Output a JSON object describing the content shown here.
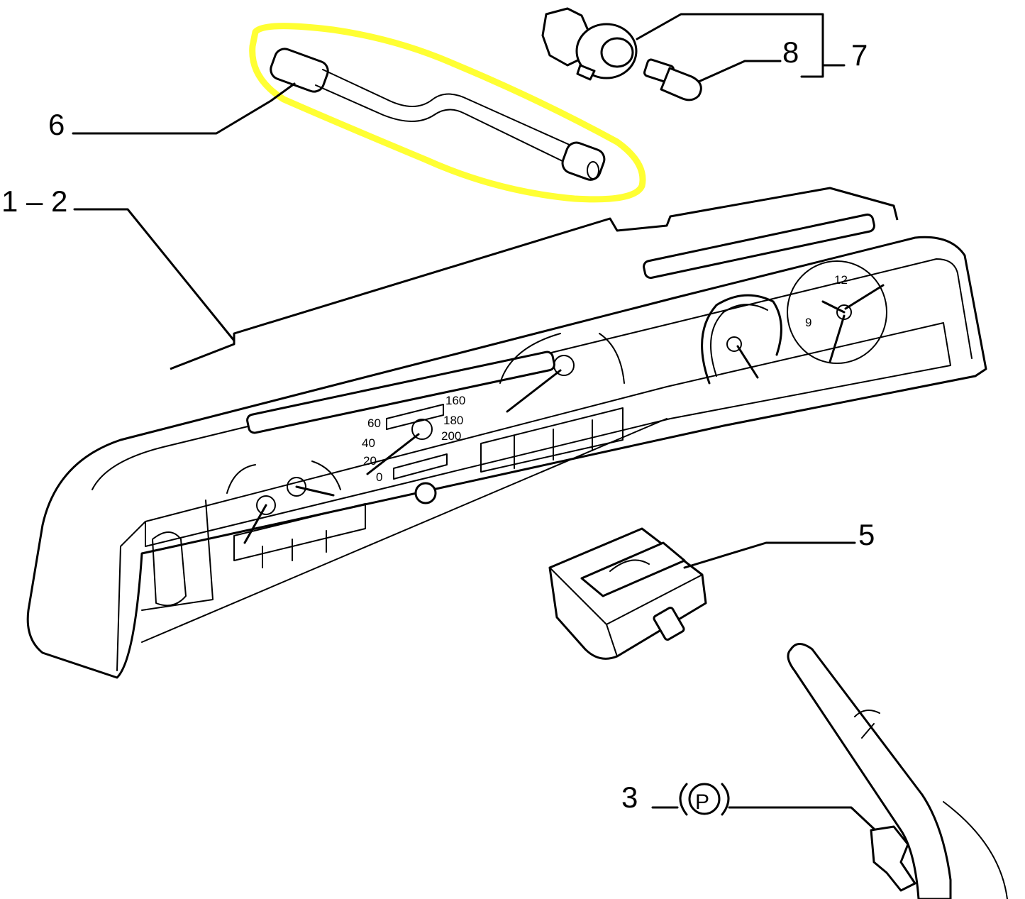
{
  "callouts": {
    "c1_2": "1 – 2",
    "c3": "3",
    "c3_symbol": "P",
    "c5": "5",
    "c6": "6",
    "c7": "7",
    "c8": "8"
  },
  "speedometer": {
    "ticks": [
      "60",
      "40",
      "20",
      "0",
      "160",
      "180",
      "200"
    ]
  },
  "clock": {
    "ticks": [
      "12",
      "9"
    ]
  },
  "colors": {
    "highlight": "#ffff33",
    "ink": "#000000",
    "paper": "#ffffff"
  }
}
